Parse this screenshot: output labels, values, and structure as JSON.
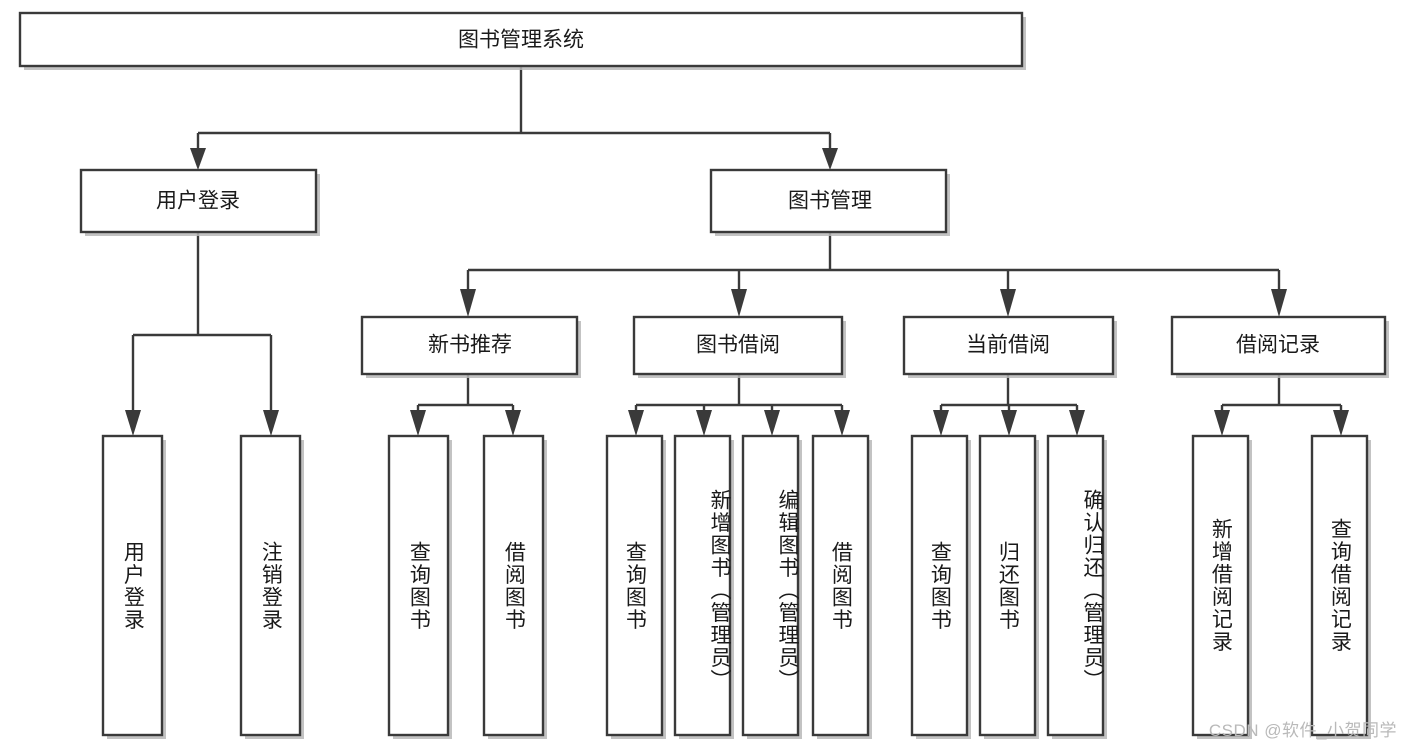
{
  "diagram": {
    "type": "tree-hierarchy-chart",
    "title_node": {
      "id": "root",
      "label": "图书管理系统"
    },
    "level2": [
      {
        "id": "user-login",
        "label": "用户登录"
      },
      {
        "id": "book-manage",
        "label": "图书管理"
      }
    ],
    "level3": [
      {
        "id": "new-book-rec",
        "label": "新书推荐",
        "parent": "book-manage"
      },
      {
        "id": "book-borrow",
        "label": "图书借阅",
        "parent": "book-manage"
      },
      {
        "id": "current-borrow",
        "label": "当前借阅",
        "parent": "book-manage"
      },
      {
        "id": "borrow-record",
        "label": "借阅记录",
        "parent": "book-manage"
      }
    ],
    "leaves": [
      {
        "id": "leaf-user-login",
        "label": "用户登录",
        "parent": "user-login"
      },
      {
        "id": "leaf-logout-login",
        "label": "注销登录",
        "parent": "user-login"
      },
      {
        "id": "leaf-query-book-1",
        "label": "查询图书",
        "parent": "new-book-rec"
      },
      {
        "id": "leaf-borrow-book-1",
        "label": "借阅图书",
        "parent": "new-book-rec"
      },
      {
        "id": "leaf-query-book-2",
        "label": "查询图书",
        "parent": "book-borrow"
      },
      {
        "id": "leaf-add-book",
        "label": "新增图书（管理员）",
        "parent": "book-borrow"
      },
      {
        "id": "leaf-edit-book",
        "label": "编辑图书（管理员）",
        "parent": "book-borrow"
      },
      {
        "id": "leaf-borrow-book-2",
        "label": "借阅图书",
        "parent": "book-borrow"
      },
      {
        "id": "leaf-query-book-3",
        "label": "查询图书",
        "parent": "current-borrow"
      },
      {
        "id": "leaf-return-book",
        "label": "归还图书",
        "parent": "current-borrow"
      },
      {
        "id": "leaf-confirm-return",
        "label": "确认归还（管理员）",
        "parent": "current-borrow"
      },
      {
        "id": "leaf-add-record",
        "label": "新增借阅记录",
        "parent": "borrow-record"
      },
      {
        "id": "leaf-query-record",
        "label": "查询借阅记录",
        "parent": "borrow-record"
      }
    ],
    "colors": {
      "stroke": "#3a3a3a",
      "fill": "#ffffff",
      "text": "#1a1a1a",
      "background": "#ffffff",
      "watermark": "#b9b9b9"
    }
  },
  "watermark": {
    "text": "CSDN @软件_小贺同学"
  }
}
